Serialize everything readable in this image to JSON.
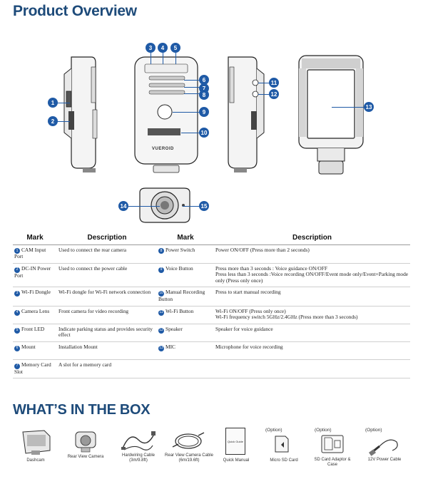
{
  "sections": {
    "overview_title": "Product Overview",
    "box_title": "WHAT’S IN THE BOX"
  },
  "brand_label": "VUEROID",
  "callouts": [
    "1",
    "2",
    "3",
    "4",
    "5",
    "6",
    "7",
    "8",
    "9",
    "10",
    "11",
    "12",
    "13",
    "14",
    "15"
  ],
  "table": {
    "headers": [
      "Mark",
      "Description",
      "Mark",
      "Description"
    ],
    "rows": [
      {
        "n1": "1",
        "m1": "CAM Input Port",
        "d1": "Used to connect the rear camera",
        "n2": "8",
        "m2": "Power Switch",
        "d2": "Power ON/OFF (Press more than 2 seconds)"
      },
      {
        "n1": "2",
        "m1": "DC-IN Power Port",
        "d1": "Used to connect the power cable",
        "n2": "9",
        "m2": "Voice Button",
        "d2": "Press more than 3 seconds : Voice guidance ON/OFF\nPress less than 3 seconds :Voice recording ON/OFF/Event mode only/Event+Parking mode only (Press only once)"
      },
      {
        "n1": "3",
        "m1": "Wi-Fi Dongle",
        "d1": "Wi-Fi dongle for Wi-Fi network connection",
        "n2": "10",
        "m2": "Manual Recording Button",
        "d2": "Press to start manual recording"
      },
      {
        "n1": "4",
        "m1": "Camera Lens",
        "d1": "Front camera for video recording",
        "n2": "11",
        "m2": "Wi-Fi Button",
        "d2": "Wi-Fi ON/OFF (Press only once)\nWi-Fi frequency switch 5GHz/2.4GHz (Press more than 3 seconds)"
      },
      {
        "n1": "5",
        "m1": "Front LED",
        "d1": "Indicate parking status and provides security effect",
        "n2": "12",
        "m2": "Speaker",
        "d2": "Speaker for voice guidance"
      },
      {
        "n1": "6",
        "m1": "Mount",
        "d1": "Installation Mount",
        "n2": "13",
        "m2": "MIC",
        "d2": "Microphone for voice recording"
      },
      {
        "n1": "7",
        "m1": "Memory Card Slot",
        "d1": "A slot for a memory card",
        "n2": "",
        "m2": "",
        "d2": ""
      }
    ]
  },
  "box": {
    "option_label": "(Option)",
    "items": [
      "Dashcam",
      "Rear View Camera",
      "Hardwiring Cable (3m/9.8ft)",
      "Rear View Camera Cable (6m/19.6ft)",
      "Quick Manual",
      "Micro SD Card",
      "SD Card Adaptor & Case",
      "12V Power Cable"
    ],
    "manual_cover": "Quick Guide"
  }
}
